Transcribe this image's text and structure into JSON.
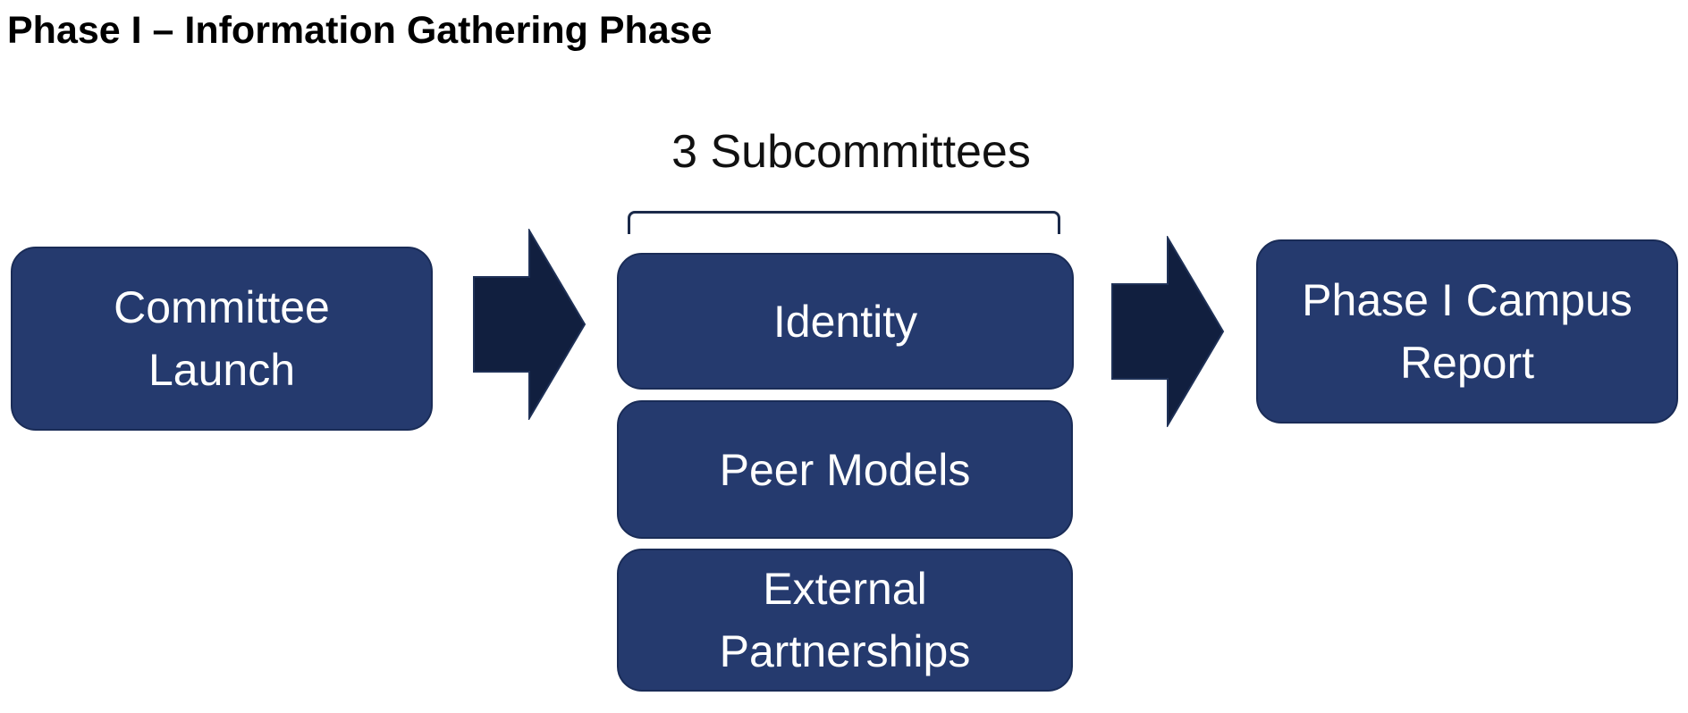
{
  "title": "Phase I – Information Gathering Phase",
  "colors": {
    "box_fill": "#253a6e",
    "arrow_fill": "#111f3f",
    "text": "#ffffff"
  },
  "steps": {
    "launch": {
      "line1": "Committee",
      "line2": "Launch"
    },
    "subcommittees": {
      "label": "3 Subcommittees",
      "items": [
        {
          "line1": "Identity"
        },
        {
          "line1": "Peer Models"
        },
        {
          "line1": "External",
          "line2": "Partnerships"
        }
      ]
    },
    "report": {
      "line1": "Phase I Campus",
      "line2": "Report"
    }
  }
}
